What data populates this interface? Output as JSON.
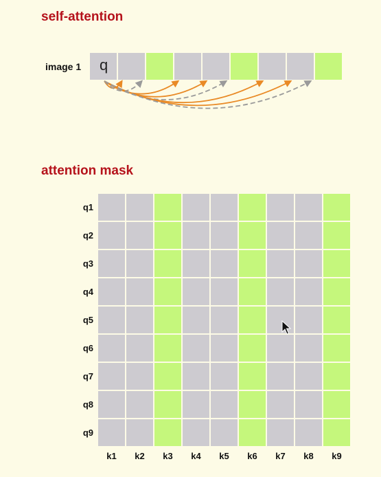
{
  "self_attention": {
    "title": "self-attention",
    "row_label": "image 1",
    "query_symbol": "q",
    "cells": [
      "gray",
      "gray",
      "green",
      "gray",
      "gray",
      "green",
      "gray",
      "gray",
      "green"
    ]
  },
  "attention_mask": {
    "title": "attention mask",
    "rows": [
      "q1",
      "q2",
      "q3",
      "q4",
      "q5",
      "q6",
      "q7",
      "q8",
      "q9"
    ],
    "cols": [
      "k1",
      "k2",
      "k3",
      "k4",
      "k5",
      "k6",
      "k7",
      "k8",
      "k9"
    ],
    "column_pattern": [
      "gray",
      "gray",
      "green",
      "gray",
      "gray",
      "green",
      "gray",
      "gray",
      "green"
    ]
  },
  "colors": {
    "title": "#b5121b",
    "gray_cell": "#cdcbd0",
    "green_cell": "#c5f77c",
    "arrow_orange": "#e98a26",
    "arrow_gray": "#9a9a9a",
    "background": "#fdfbe6"
  },
  "icons": {
    "cursor": "mouse-pointer-icon"
  }
}
